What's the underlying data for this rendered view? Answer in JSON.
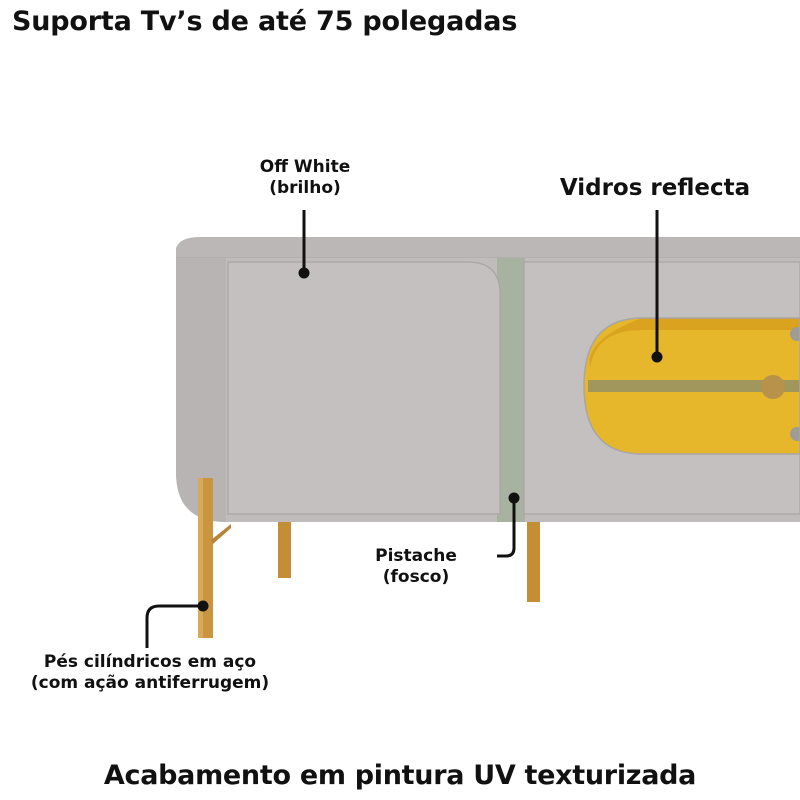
{
  "heading": "Suporta Tv’s de até 75 polegadas",
  "footer": "Acabamento em pintura UV texturizada",
  "callouts": {
    "off_white": {
      "line1": "Off White",
      "line2": "(brilho)"
    },
    "vidros": {
      "line1": "Vidros reflecta"
    },
    "pistache": {
      "line1": "Pistache",
      "line2": "(fosco)"
    },
    "pes": {
      "line1": "Pés cilíndricos em aço",
      "line2": "(com ação antiferrugem)"
    }
  },
  "colors": {
    "body": "#c2bfbe",
    "top": "#bbb8b7",
    "door": "#c4c1c0",
    "pistache": "#a9b3a2",
    "glass_yellow": "#e9b92c",
    "leg": "#c9953e",
    "text": "#111111"
  }
}
